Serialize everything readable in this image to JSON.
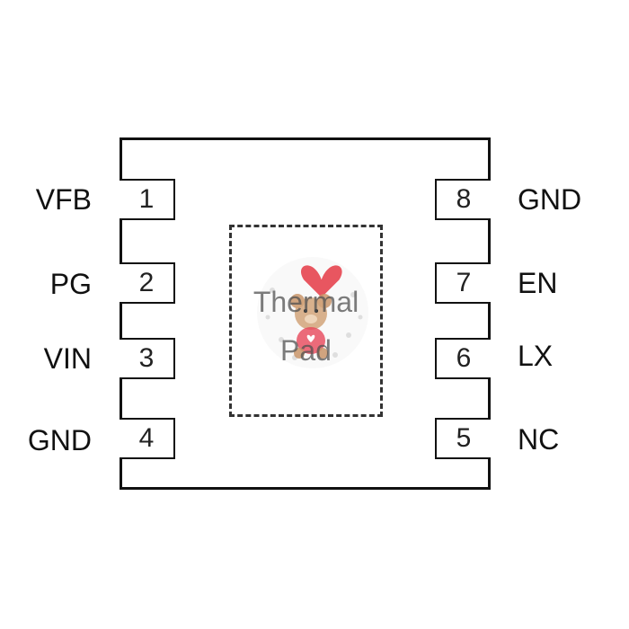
{
  "package": {
    "left_pins": [
      {
        "number": "1",
        "name": "VFB"
      },
      {
        "number": "2",
        "name": "PG"
      },
      {
        "number": "3",
        "name": "VIN"
      },
      {
        "number": "4",
        "name": "GND"
      }
    ],
    "right_pins": [
      {
        "number": "8",
        "name": "GND"
      },
      {
        "number": "7",
        "name": "EN"
      },
      {
        "number": "6",
        "name": "LX"
      },
      {
        "number": "5",
        "name": "NC"
      }
    ],
    "thermal_pad": {
      "line1": "Thermal",
      "line2": "Pad"
    }
  },
  "watermark": {
    "icon": "teddy-bear-heart-icon",
    "heart_color": "#e53945"
  }
}
